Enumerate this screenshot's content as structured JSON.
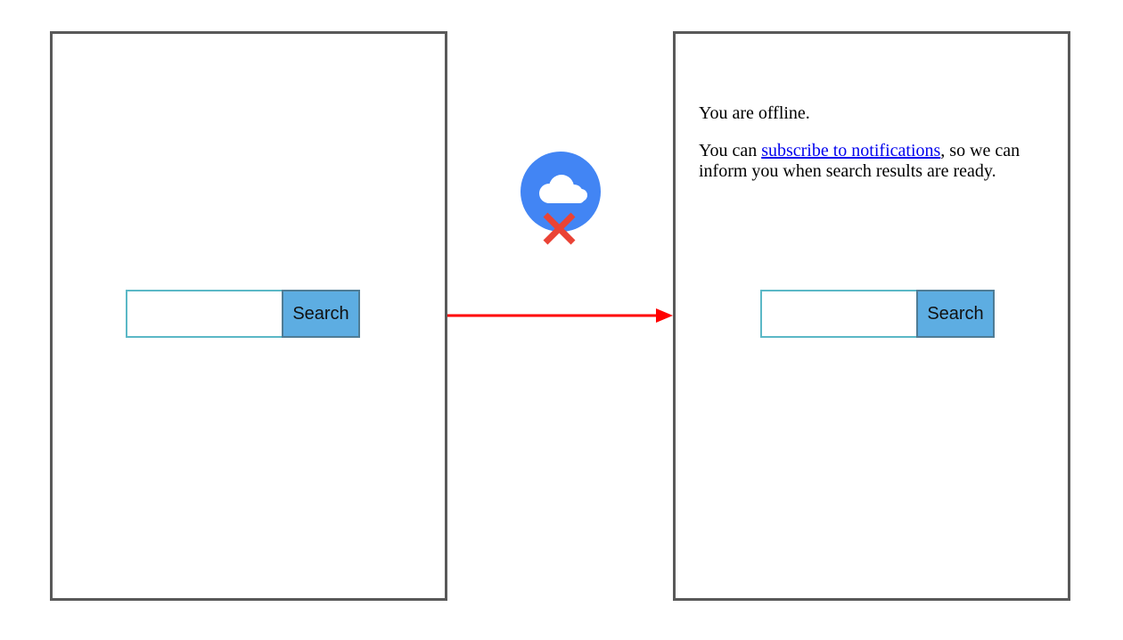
{
  "left_screen": {
    "search": {
      "input_value": "",
      "button_label": "Search"
    }
  },
  "right_screen": {
    "message": {
      "line1": "You are offline.",
      "line2_prefix": "You can ",
      "link_text": "subscribe to notifications",
      "line2_suffix": ", so we can inform you when search results are ready."
    },
    "search": {
      "input_value": "",
      "button_label": "Search"
    }
  },
  "icons": {
    "offline": "cloud-offline-icon",
    "transition_arrow": "arrow-right-icon"
  },
  "colors": {
    "frame_border": "#595959",
    "search_button": "#5dade2",
    "input_border": "#5bb8c6",
    "arrow": "#ff0000",
    "offline_circle": "#4285f4",
    "offline_cross": "#ea4335",
    "link": "#0000ee"
  }
}
